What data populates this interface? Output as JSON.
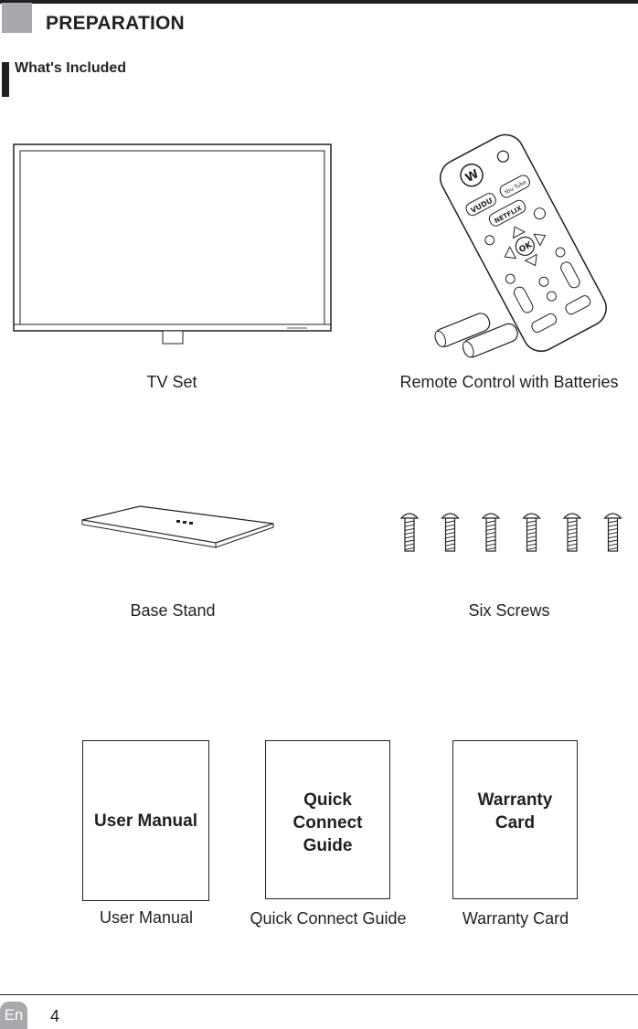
{
  "header": {
    "section_title": "PREPARATION",
    "subsection_title": "What's Included"
  },
  "items": {
    "tv": {
      "caption": "TV Set"
    },
    "remote": {
      "caption": "Remote Control with Batteries",
      "button_labels": [
        "VUDU",
        "You Tube",
        "NETFLIX",
        "OK"
      ]
    },
    "stand": {
      "caption": "Base Stand"
    },
    "screws": {
      "caption": "Six Screws",
      "count": 6
    },
    "user_manual": {
      "cover_text": "User Manual",
      "caption": "User Manual"
    },
    "quick_guide": {
      "cover_text": "Quick Connect Guide",
      "caption": "Quick Connect Guide"
    },
    "warranty": {
      "cover_text": "Warranty Card",
      "caption": "Warranty Card"
    }
  },
  "footer": {
    "language": "En",
    "page_number": "4"
  }
}
